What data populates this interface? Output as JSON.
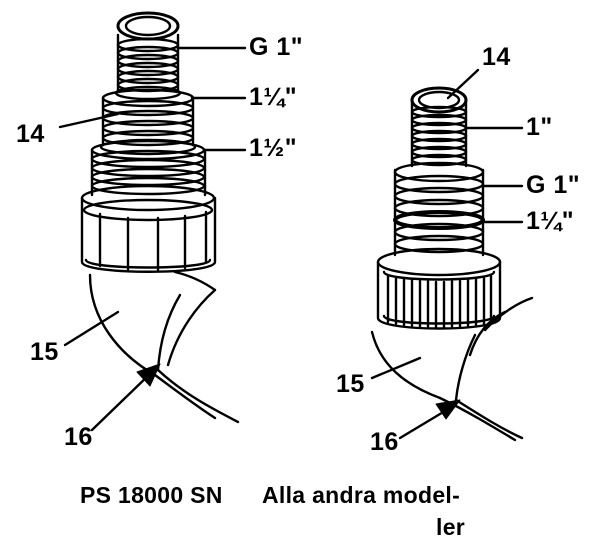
{
  "labels": {
    "left": {
      "g1": "G 1\"",
      "size_1_1_4": "1¼\"",
      "size_1_1_2": "1½\"",
      "part14": "14",
      "part15": "15",
      "part16": "16"
    },
    "right": {
      "part14": "14",
      "size_1": "1\"",
      "g1": "G 1\"",
      "size_1_1_4": "1¼\"",
      "part15": "15",
      "part16": "16"
    }
  },
  "caption": {
    "model_left": "PS 18000 SN",
    "model_right_line1": "Alla andra model-",
    "model_right_line2": "ler"
  }
}
